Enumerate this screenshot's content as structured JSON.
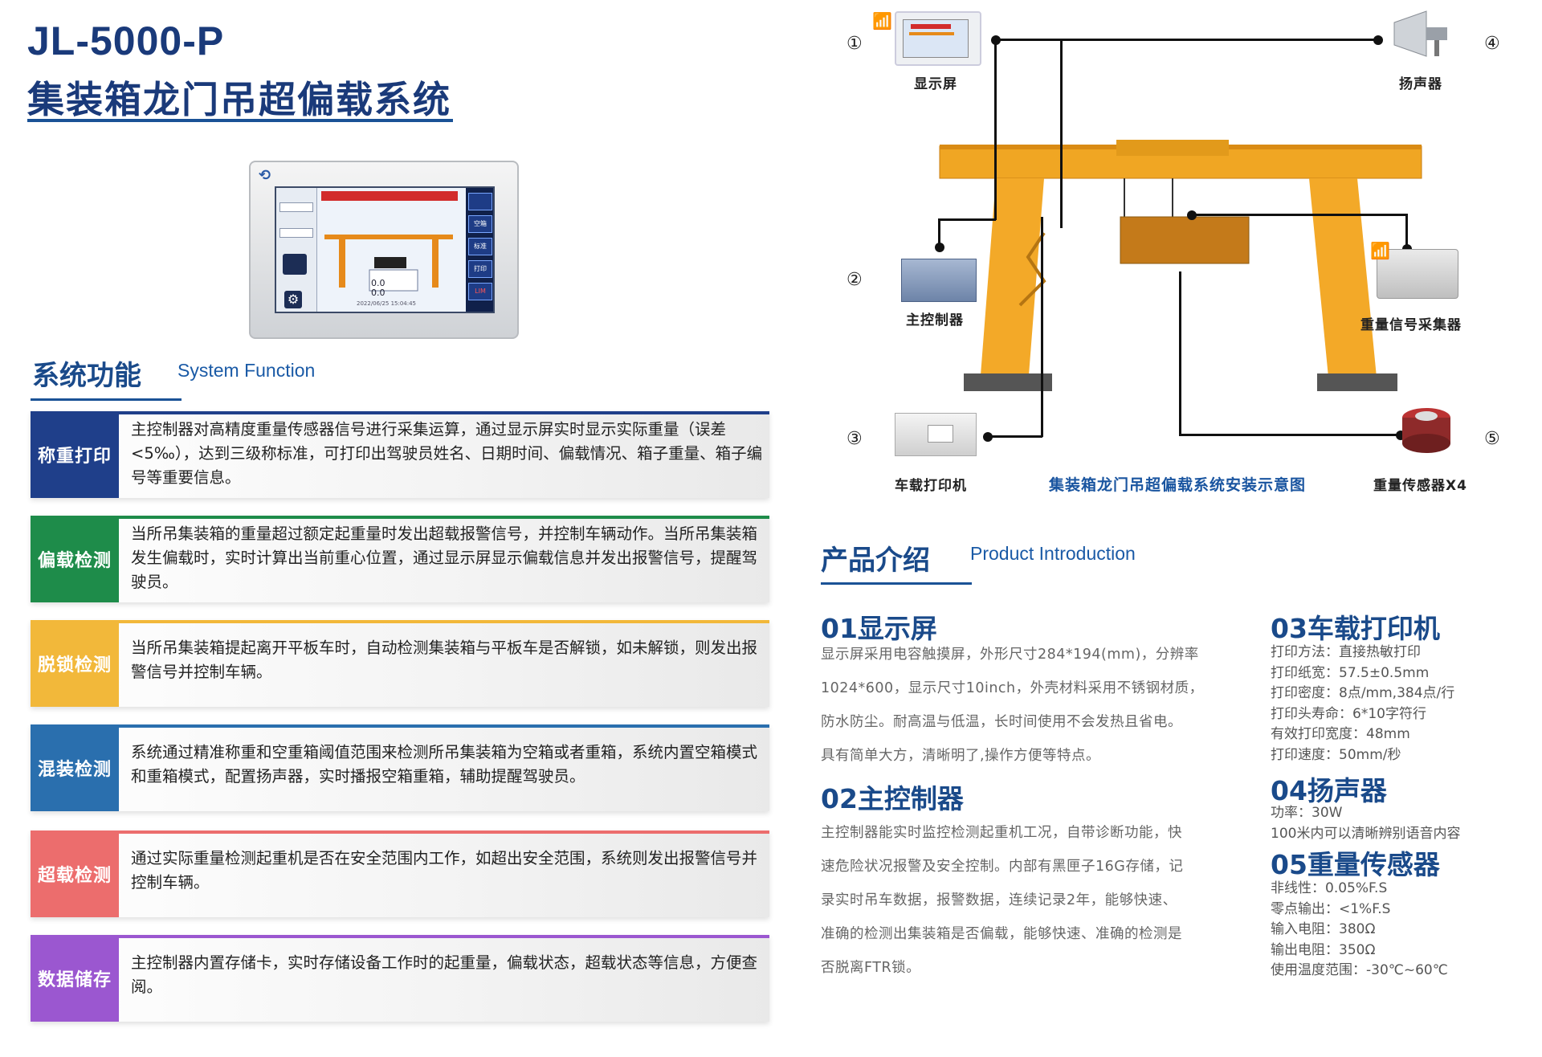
{
  "header": {
    "model": "JL-5000-P",
    "title": "集装箱龙门吊超偏载系统"
  },
  "device": {
    "buttons": [
      "空箱",
      "标准",
      "打印",
      "LIM"
    ],
    "readout1": "0.0",
    "readout2": "0.0",
    "timestamp": "2022/06/25 15:04:45"
  },
  "system_function": {
    "title_cn": "系统功能",
    "title_en": "System Function",
    "items": [
      {
        "label": "称重打印",
        "color": "#1f3f8a",
        "text": "主控制器对高精度重量传感器信号进行采集运算，通过显示屏实时显示实际重量（误差<5‰），达到三级称标准，可打印出驾驶员姓名、日期时间、偏载情况、箱子重量、箱子编号等重要信息。"
      },
      {
        "label": "偏载检测",
        "color": "#1e8c4a",
        "text": "当所吊集装箱的重量超过额定起重量时发出超载报警信号，并控制车辆动作。当所吊集装箱发生偏载时，实时计算出当前重心位置，通过显示屏显示偏载信息并发出报警信号，提醒驾驶员。"
      },
      {
        "label": "脱锁检测",
        "color": "#f2b83a",
        "text": "当所吊集装箱提起离开平板车时，自动检测集装箱与平板车是否解锁，如未解锁，则发出报警信号并控制车辆。"
      },
      {
        "label": "混装检测",
        "color": "#2a6fae",
        "text": "系统通过精准称重和空重箱阈值范围来检测所吊集装箱为空箱或者重箱，系统内置空箱模式和重箱模式，配置扬声器，实时播报空箱重箱，辅助提醒驾驶员。"
      },
      {
        "label": "超载检测",
        "color": "#ec6d6d",
        "text": "通过实际重量检测起重机是否在安全范围内工作，如超出安全范围，系统则发出报警信号并控制车辆。"
      },
      {
        "label": "数据储存",
        "color": "#9b57d0",
        "text": "主控制器内置存储卡，实时存储设备工作时的起重量，偏载状态，超载状态等信息，方便查阅。"
      }
    ]
  },
  "diagram": {
    "caption": "集装箱龙门吊超偏载系统安装示意图",
    "components": [
      {
        "num": "①",
        "label": "显示屏"
      },
      {
        "num": "②",
        "label": "主控制器"
      },
      {
        "num": "③",
        "label": "车载打印机"
      },
      {
        "num": "④",
        "label": "扬声器"
      },
      {
        "num": "⑤",
        "label": "重量传感器X4"
      },
      {
        "num": "",
        "label": "重量信号采集器"
      }
    ]
  },
  "product_intro": {
    "title_cn": "产品介绍",
    "title_en": "Product Introduction",
    "p01": {
      "title": "01显示屏",
      "lines": [
        "显示屏采用电容触摸屏，外形尺寸284*194(mm)，分辨率",
        "1024*600，显示尺寸10inch，外壳材料采用不锈钢材质，",
        "防水防尘。耐高温与低温，长时间使用不会发热且省电。",
        "具有简单大方，清晰明了,操作方便等特点。"
      ]
    },
    "p02": {
      "title": "02主控制器",
      "lines": [
        "主控制器能实时监控检测起重机工况，自带诊断功能，快",
        "速危险状况报警及安全控制。内部有黑匣子16G存储，记",
        "录实时吊车数据，报警数据，连续记录2年，能够快速、",
        "准确的检测出集装箱是否偏载，能够快速、准确的检测是",
        "否脱离FTR锁。"
      ]
    },
    "p03": {
      "title": "03车载打印机",
      "specs": [
        "打印方法：直接热敏打印",
        "打印纸宽：57.5±0.5mm",
        "打印密度：8点/mm,384点/行",
        "打印头寿命：6*10字符行",
        "有效打印宽度：48mm",
        "打印速度：50mm/秒"
      ]
    },
    "p04": {
      "title": "04扬声器",
      "specs": [
        "功率：30W",
        "100米内可以清晰辨别语音内容"
      ]
    },
    "p05": {
      "title": "05重量传感器",
      "specs": [
        "非线性：0.05%F.S",
        "零点输出：<1%F.S",
        "输入电阻：380Ω",
        "输出电阻：350Ω",
        "使用温度范围：-30℃~60℃"
      ]
    }
  }
}
